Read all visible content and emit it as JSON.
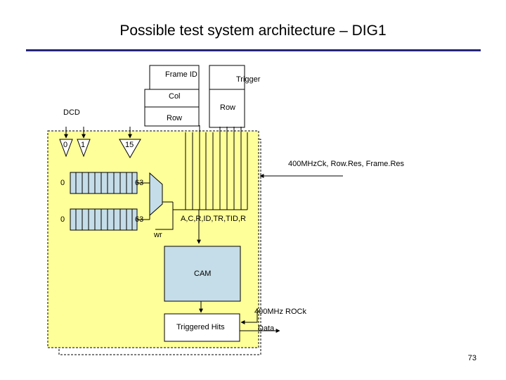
{
  "slide": {
    "title": "Possible test system architecture – DIG1",
    "page_number": "73"
  },
  "diagram": {
    "frame_id": "Frame ID",
    "trigger": "Trigger",
    "col": "Col",
    "row_top": "Row",
    "row_right": "Row",
    "dcd": "DCD",
    "pix_0": "0",
    "pix_1": "1",
    "pix_15": "15",
    "clock_in": "400MHzCk, Row.Res, Frame.Res",
    "reg1_start": "0",
    "reg1_end": "63",
    "reg2_start": "0",
    "reg2_end": "63",
    "signals": "A,C,R,ID,TR,TID,R",
    "wr": "wr",
    "cam": "CAM",
    "triggered_hits": "Triggered Hits",
    "readout_clock": "400MHz ROCk",
    "data": "Data"
  },
  "colors": {
    "title_rule": "#26267a",
    "chip_fill": "#ffff99",
    "block_fill": "#c5dde8",
    "box_fill": "#ffffff"
  }
}
